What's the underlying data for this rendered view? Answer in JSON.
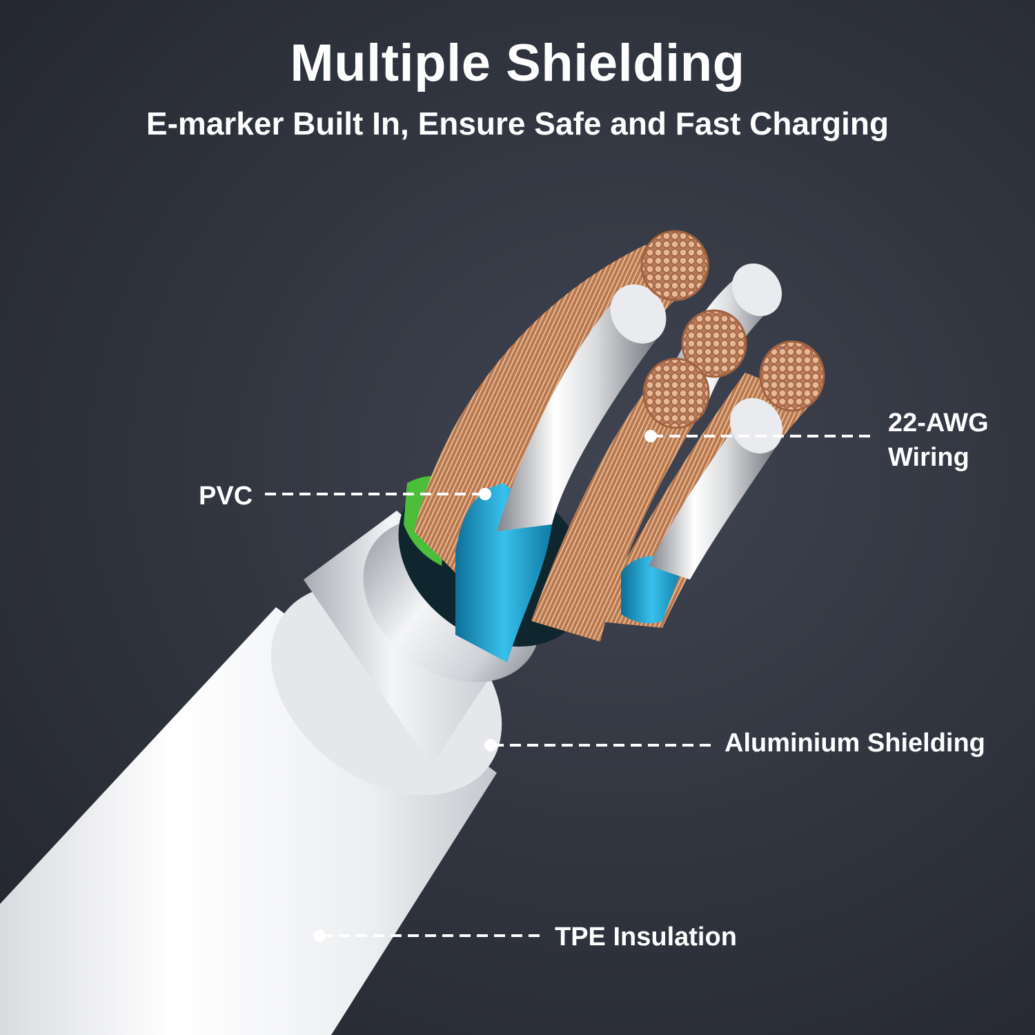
{
  "header": {
    "title": "Multiple Shielding",
    "subtitle": "E-marker Built In, Ensure Safe and Fast Charging"
  },
  "callouts": {
    "pvc": "PVC",
    "awg_line1": "22-AWG",
    "awg_line2": "Wiring",
    "aluminium": "Aluminium Shielding",
    "tpe": "TPE Insulation"
  },
  "colors": {
    "background": "#2f333d",
    "text": "#ffffff",
    "copper": "#c8896a",
    "pvc_blue": "#1fa7d6",
    "pvc_green": "#4cbf3a",
    "jacket": "#f2f3f5",
    "aluminium": "#c9ccd2"
  }
}
